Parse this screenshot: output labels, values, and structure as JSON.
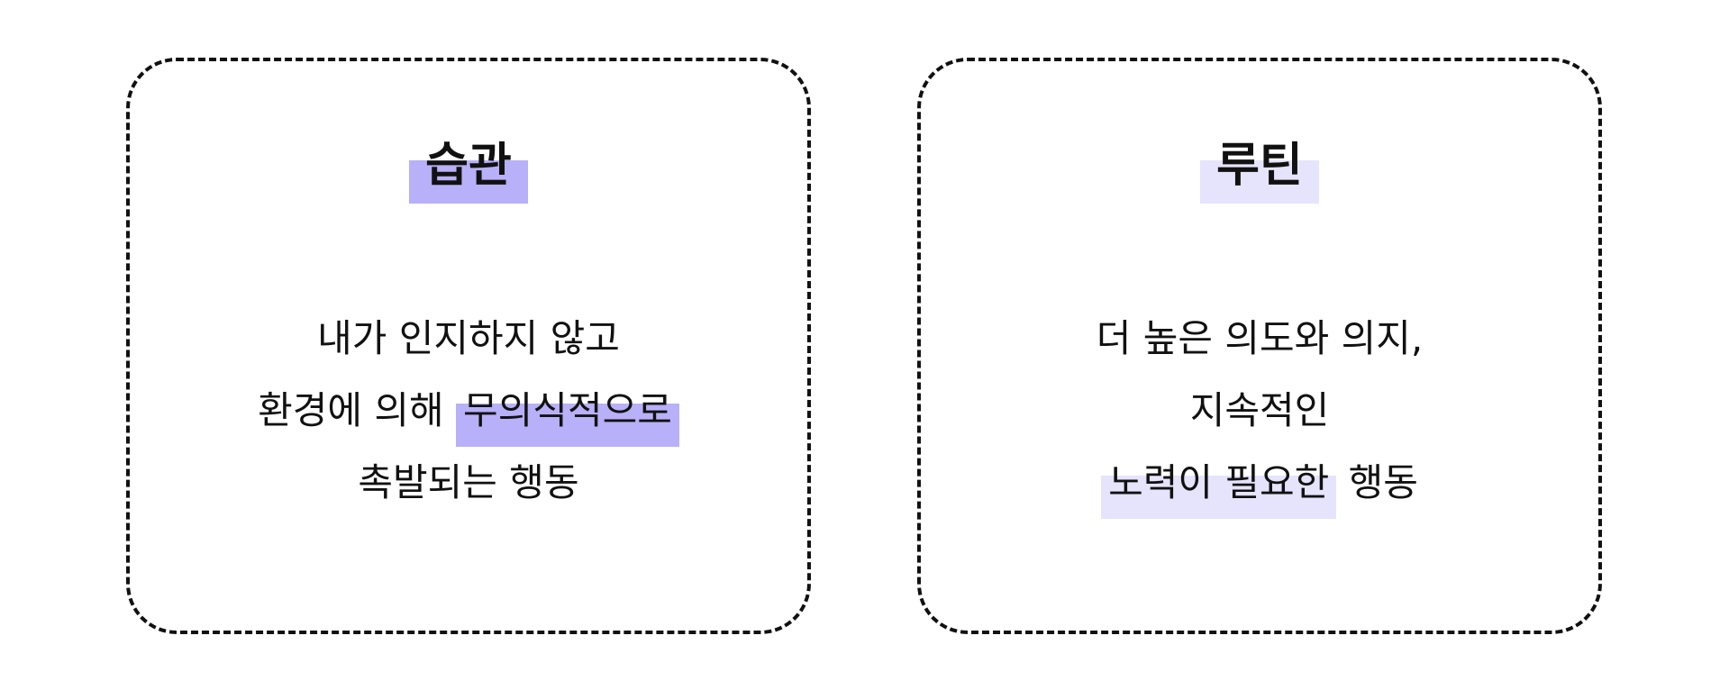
{
  "colors": {
    "strong_highlight": "#b8b0f9",
    "light_highlight": "#e6e3fd",
    "text": "#111111",
    "border": "#111111"
  },
  "cards": [
    {
      "title": "습관",
      "lines": [
        {
          "plain_before": "내가 인지하지 않고",
          "highlight": "",
          "plain_after": ""
        },
        {
          "plain_before": "환경에 의해 ",
          "highlight": "무의식적으로",
          "plain_after": ""
        },
        {
          "plain_before": "촉발되는 행동",
          "highlight": "",
          "plain_after": ""
        }
      ]
    },
    {
      "title": "루틴",
      "lines": [
        {
          "plain_before": "더 높은 의도와 의지,",
          "highlight": "",
          "plain_after": ""
        },
        {
          "plain_before": "지속적인",
          "highlight": "",
          "plain_after": ""
        },
        {
          "plain_before": "",
          "highlight": "노력이 필요한",
          "plain_after": " 행동"
        }
      ]
    }
  ]
}
